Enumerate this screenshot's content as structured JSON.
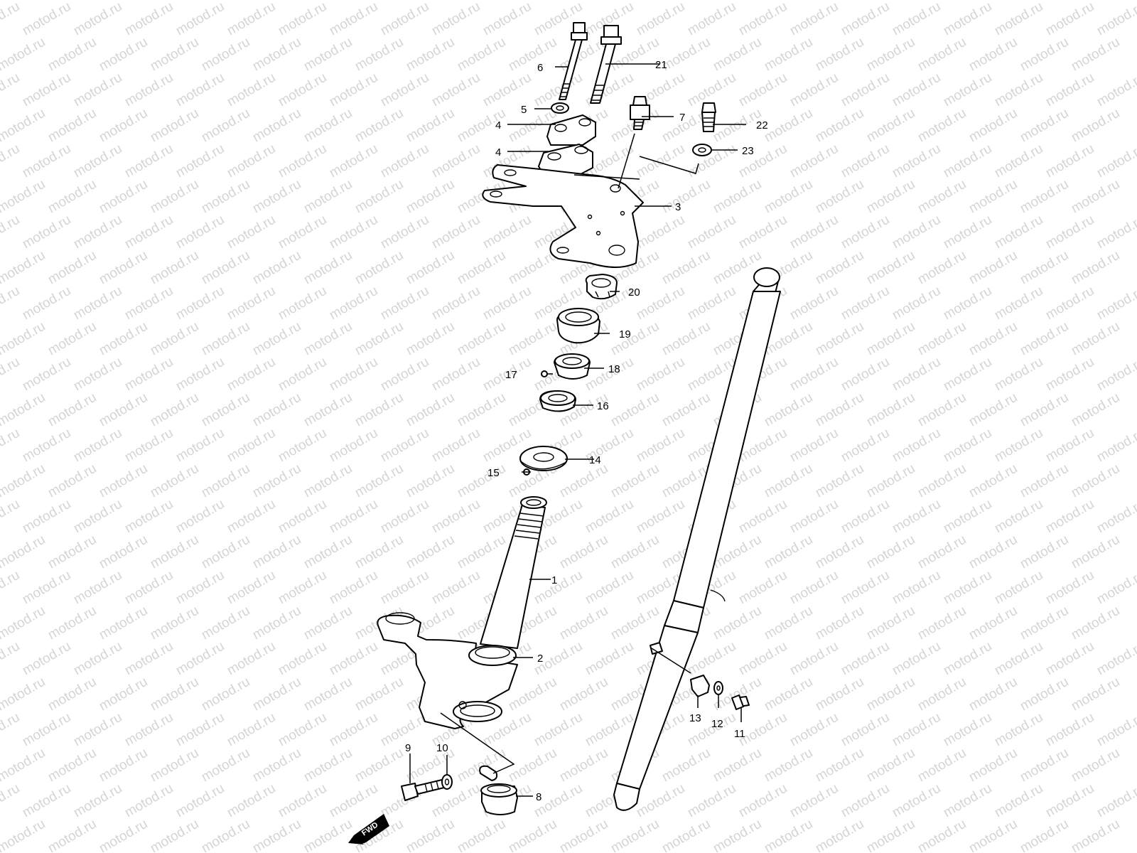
{
  "watermark": {
    "text": "motod.ru",
    "color": "#d4d4d4"
  },
  "fwd_badge": {
    "text": "FWD"
  },
  "callouts": [
    {
      "id": "c1",
      "label": "1"
    },
    {
      "id": "c2",
      "label": "2"
    },
    {
      "id": "c3",
      "label": "3"
    },
    {
      "id": "c4a",
      "label": "4"
    },
    {
      "id": "c4b",
      "label": "4"
    },
    {
      "id": "c5",
      "label": "5"
    },
    {
      "id": "c6",
      "label": "6"
    },
    {
      "id": "c7",
      "label": "7"
    },
    {
      "id": "c8",
      "label": "8"
    },
    {
      "id": "c9",
      "label": "9"
    },
    {
      "id": "c10",
      "label": "10"
    },
    {
      "id": "c11",
      "label": "11"
    },
    {
      "id": "c12",
      "label": "12"
    },
    {
      "id": "c13",
      "label": "13"
    },
    {
      "id": "c14",
      "label": "14"
    },
    {
      "id": "c15",
      "label": "15"
    },
    {
      "id": "c16",
      "label": "16"
    },
    {
      "id": "c17",
      "label": "17"
    },
    {
      "id": "c18",
      "label": "18"
    },
    {
      "id": "c19",
      "label": "19"
    },
    {
      "id": "c20",
      "label": "20"
    },
    {
      "id": "c21",
      "label": "21"
    },
    {
      "id": "c22",
      "label": "22"
    },
    {
      "id": "c23",
      "label": "23"
    }
  ]
}
